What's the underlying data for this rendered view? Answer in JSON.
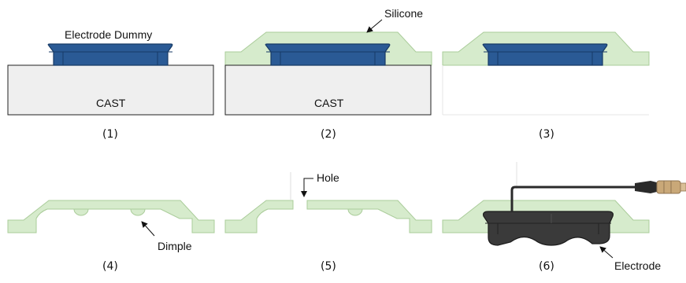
{
  "labels": {
    "electrode_dummy": "Electrode Dummy",
    "silicone": "Silicone",
    "cast": "CAST",
    "hole": "Hole",
    "dimple": "Dimple",
    "electrode": "Electrode"
  },
  "steps": [
    "(1)",
    "(2)",
    "(3)",
    "(4)",
    "(5)",
    "(6)"
  ],
  "colors": {
    "silicone": "#d6ebcc",
    "silicone_edge": "#aacc9a",
    "cast": "#efefef",
    "electrode_dummy": "#2a5a95",
    "electrode_dummy_edge": "#173a66",
    "electrode": "#3a3a3a",
    "cable": "#2a2a2a",
    "connector": "#c9a878"
  }
}
